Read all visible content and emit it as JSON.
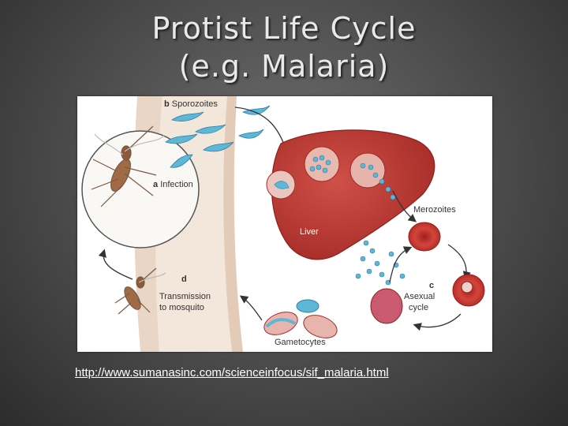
{
  "title": {
    "line1": "Protist Life Cycle",
    "line2": "(e.g. Malaria)"
  },
  "figure": {
    "labels": {
      "b_letter": "b",
      "sporozoites": "Sporozoites",
      "a_letter": "a",
      "infection": "Infection",
      "liver": "Liver",
      "merozoites": "Merozoites",
      "d_letter": "d",
      "transmission_1": "Transmission",
      "transmission_2": "to mosquito",
      "c_letter": "c",
      "asexual_1": "Asexual",
      "asexual_2": "cycle",
      "gametocytes": "Gametocytes"
    },
    "colors": {
      "skin_light": "#f1e3d6",
      "skin_dark": "#e8d2c1",
      "liver": "#b8342f",
      "liver_dark": "#8e1f1d",
      "parasite": "#5fb7d8",
      "rbc": "#c7322c",
      "arrow": "#333333"
    }
  },
  "source_link": "http://www.sumanasinc.com/scienceinfocus/sif_malaria.html"
}
